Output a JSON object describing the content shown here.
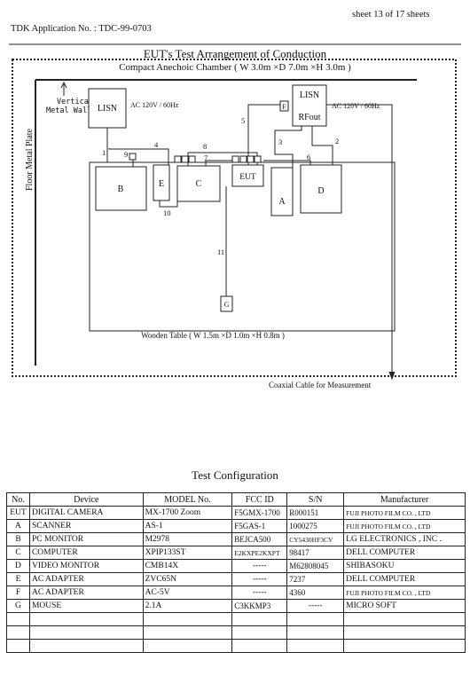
{
  "header": {
    "application": "TDK Application No. : TDC-99-0703",
    "sheet": "sheet 13 of 17 sheets"
  },
  "diagram": {
    "title": "EUT's Test Arrangement of Conduction",
    "chamber": "Compact Anechoic Chamber ( W 3.0m ×D 7.0m ×H 3.0m )",
    "floor_plate": "Floor Metal Plate",
    "wall_line1": "Vertical",
    "wall_line2": "Metal Wall",
    "lisn_left": "LISN",
    "lisn_right": "LISN",
    "rfout": "RFout",
    "ac_left": "AC 120V / 60Hz",
    "ac_right": "AC 120V / 60Hz",
    "table_label": "Wooden Table ( W 1.5m ×D 1.0m ×H 0.8m )",
    "coax": "Coaxial Cable for Measurement",
    "dev_b": "B",
    "dev_e": "E",
    "dev_c": "C",
    "dev_eut": "EUT",
    "dev_a": "A",
    "dev_d": "D",
    "dev_f": "F",
    "dev_g": "G",
    "cables": [
      "1",
      "2",
      "3",
      "4",
      "5",
      "6",
      "7",
      "8",
      "9",
      "10",
      "11"
    ]
  },
  "config": {
    "title": "Test Configuration",
    "columns": [
      "No.",
      "Device",
      "MODEL No.",
      "FCC ID",
      "S/N",
      "Manufacturer"
    ],
    "rows": [
      [
        "EUT",
        "DIGITAL CAMERA",
        "MX-1700 Zoom",
        "F5GMX-1700",
        "R000151",
        "FUJI PHOTO FILM CO. , LTD"
      ],
      [
        "A",
        "SCANNER",
        "AS-1",
        "F5GAS-1",
        "1000275",
        "FUJI PHOTO FILM CO. , LTD"
      ],
      [
        "B",
        "PC MONITOR",
        "M2978",
        "BEJCA500",
        "CY5430HF3CV",
        "LG ELECTRONICS , INC ."
      ],
      [
        "C",
        "COMPUTER",
        "XPIP133ST",
        "E2KXPE2KXPT",
        "98417",
        "DELL COMPUTER"
      ],
      [
        "D",
        "VIDEO MONITOR",
        "CMB14X",
        "-----",
        "M62808045",
        "SHIBASOKU"
      ],
      [
        "E",
        "AC ADAPTER",
        "ZVC65N",
        "-----",
        "7237",
        "DELL COMPUTER"
      ],
      [
        "F",
        "AC ADAPTER",
        "AC-5V",
        "-----",
        "4360",
        "FUJI PHOTO FILM CO. , LTD"
      ],
      [
        "G",
        "MOUSE",
        "2.1A",
        "C3KKMP3",
        "-----",
        "MICRO SOFT"
      ]
    ]
  }
}
